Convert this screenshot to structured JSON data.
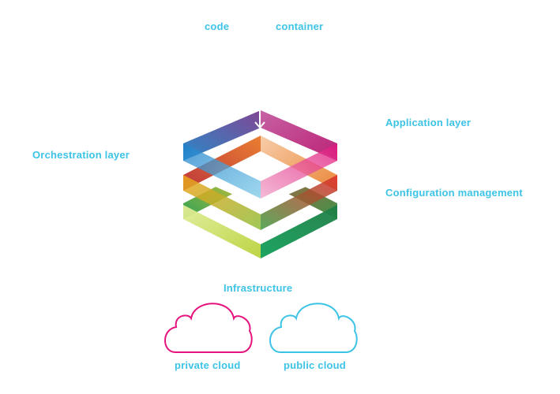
{
  "labels": {
    "code": "code",
    "container": "container",
    "application_layer": "Application layer",
    "orchestration_layer": "Orchestration layer",
    "configuration_management": "Configuration management",
    "infrastructure": "Infrastructure",
    "private_cloud": "private cloud",
    "public_cloud": "public cloud"
  },
  "colors": {
    "label": "#3cc3e6",
    "private_cloud": "#e6137e",
    "public_cloud": "#3cc3e6",
    "arrow": "#ffffff"
  },
  "icons": {
    "private_cloud": "cloud-outline-icon",
    "public_cloud": "cloud-outline-icon",
    "arrow": "arrow-down-icon"
  }
}
